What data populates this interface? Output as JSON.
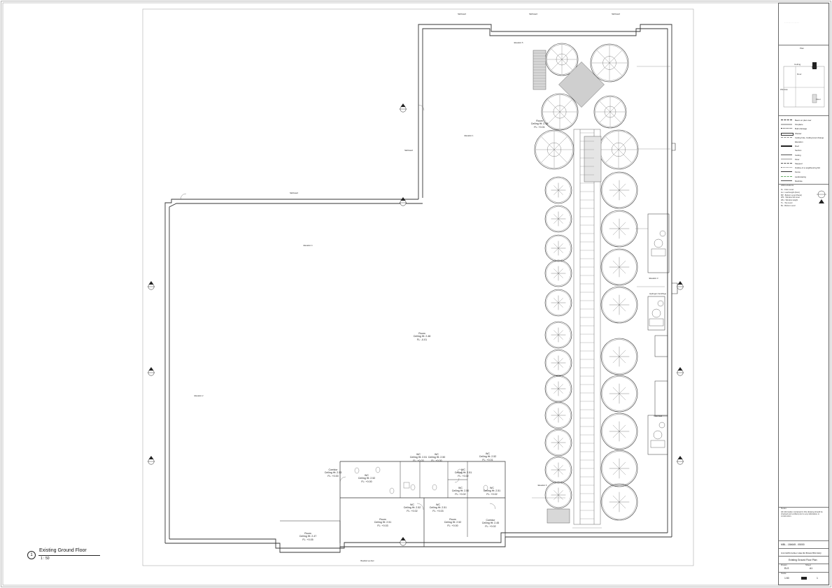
{
  "view": {
    "number": "1",
    "title": "Existing Ground Floor",
    "scale": "1 : 50"
  },
  "rooms": [
    {
      "id": "main-room",
      "lines": [
        "Room",
        "Ceiling Ht: 2.48",
        "FL: -0.01"
      ]
    },
    {
      "id": "north-room",
      "lines": [
        "Room",
        "Ceiling Ht: 2.38",
        "FL: +0.01"
      ]
    },
    {
      "id": "corridor-west",
      "lines": [
        "Corridor",
        "Ceiling Ht: 2.53",
        "FL: +0.00"
      ]
    },
    {
      "id": "wc-a",
      "lines": [
        "WC",
        "Ceiling Ht: 2.52",
        "FL: +0.00"
      ]
    },
    {
      "id": "wc-b",
      "lines": [
        "WC",
        "Ceiling Ht: 2.51",
        "FL: +0.03"
      ]
    },
    {
      "id": "wc-c",
      "lines": [
        "WC",
        "Ceiling Ht: 2.50",
        "FL: +0.00"
      ]
    },
    {
      "id": "wc-d",
      "lines": [
        "WC",
        "Ceiling Ht: 2.52",
        "FL: +0.01"
      ]
    },
    {
      "id": "wc-e",
      "lines": [
        "WC",
        "Ceiling Ht: 2.51",
        "FL: +0.02"
      ]
    },
    {
      "id": "wc-f",
      "lines": [
        "WC",
        "Ceiling Ht: 2.50",
        "FL: +0.02"
      ]
    },
    {
      "id": "wc-g",
      "lines": [
        "WC",
        "Ceiling Ht: 2.51",
        "FL: +0.03"
      ]
    },
    {
      "id": "wc-h",
      "lines": [
        "WC",
        "Ceiling Ht: 2.52",
        "FL: +0.02"
      ]
    },
    {
      "id": "wc-i",
      "lines": [
        "WC",
        "Ceiling Ht: 2.51",
        "FL: +0.02"
      ]
    },
    {
      "id": "room-sw",
      "lines": [
        "Room",
        "Ceiling Ht: 2.51",
        "FL: +0.03"
      ]
    },
    {
      "id": "room-s",
      "lines": [
        "Room",
        "Ceiling Ht: 2.52",
        "FL: +0.00"
      ]
    },
    {
      "id": "corridor-east",
      "lines": [
        "Corridor",
        "Ceiling Ht: 2.45",
        "FL: +0.02"
      ]
    },
    {
      "id": "room-small",
      "lines": [
        "Room",
        "Ceiling Ht: 2.47",
        "FL: +0.05"
      ]
    }
  ],
  "annotations": {
    "skirtboard_top_1": "Skirtboard",
    "skirtboard_top_2": "Skirtboard",
    "skirtboard_top_3": "Skirtboard",
    "skirtboard_mid": "Skirtboard",
    "skirtboard_west": "Skirtboard",
    "boarded_door": "Boarded up door",
    "elevation_1": "Elevation 1",
    "elevation_2": "Elevation 2",
    "elevation_3": "Elevation 3",
    "elevation_4": "Elevation 4",
    "elevation_5": "Elevation 5",
    "elevation_6": "Elevation 6",
    "centrifuge": "Hydrogen Centrifuge",
    "tank_label": "Tank Fluid"
  },
  "title_block": {
    "key_title": "Plan",
    "key_labels": [
      "Ceiling",
      "Beam",
      "Door",
      "Window",
      "Floor"
    ],
    "legend_title": "Legend",
    "legend_items": [
      "Beam on plan over",
      "Fireplace",
      "Built drainage",
      "Shower",
      "Ceiling hole, Ceiling level change",
      "Elevation",
      "Roof",
      "Section",
      "Ceiling",
      "Floor",
      "Stepped",
      "Outline of a neighbouring bld",
      "Fence",
      "Landscaping",
      "Manhole"
    ],
    "abbrev_title": "Abbreviations",
    "abbreviations": [
      "FL - Floor Level",
      "LH - Leaf Height (Door)",
      "BP - Bottom Level (Panel)",
      "WS - Window Sill Level",
      "WH - Window Height",
      "TL - Top Level",
      "BL - Bottom Level"
    ],
    "notes_title": "Notes",
    "notes": "All information contained in this drawing should be checked and verified prior to any fabrication or construction.",
    "project_number": "MBL - 184645 - 05000",
    "project_address": "Unit 02/03 Ashton Vale Rd Bristol BS3 2HQ",
    "drawing_title": "Existing Ground Floor Plan",
    "drawn_label": "Drawn",
    "drawn_value": "ELS",
    "sheet_label": "Sheet",
    "sheet_value": "A1",
    "scale_label": "Scale",
    "scale_value": "1:50",
    "rev_value": "1"
  }
}
